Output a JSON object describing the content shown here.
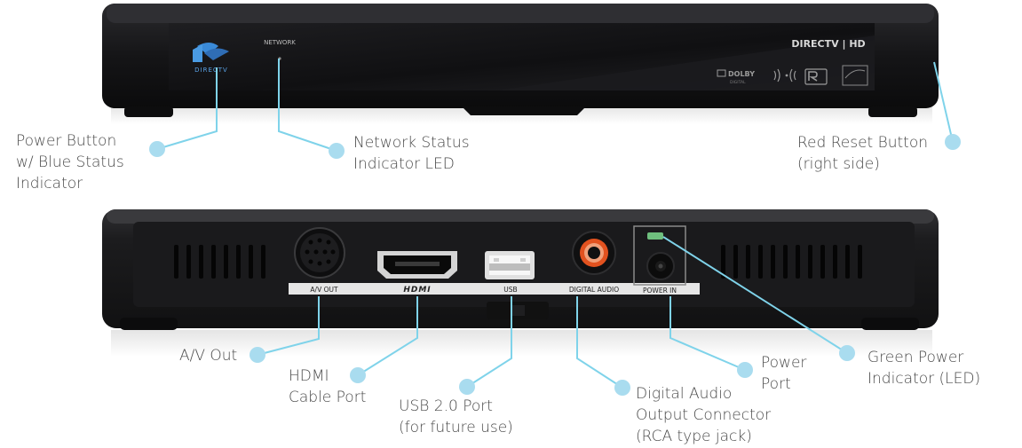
{
  "front_panel": {
    "brand_logo_text": "DIRECTV",
    "network_label": "NETWORK",
    "model_badge": "DIRECTV | HD",
    "badge_dolby": "DOLBY",
    "badge_dolby_sub": "DIGITAL"
  },
  "rear_panel": {
    "port_labels": [
      "A/V OUT",
      "HDMI",
      "USB",
      "DIGITAL AUDIO",
      "POWER IN"
    ]
  },
  "callouts": {
    "power_button": [
      "Power Button",
      "w/ Blue Status",
      "Indicator"
    ],
    "network_led": [
      "Network Status",
      "Indicator LED"
    ],
    "reset_button": [
      "Red Reset Button",
      "(right side)"
    ],
    "av_out": [
      "A/V Out"
    ],
    "hdmi": [
      "HDMI",
      "Cable Port"
    ],
    "usb": [
      "USB 2.0 Port",
      "(for future use)"
    ],
    "digital_audio": [
      "Digital Audio",
      "Output Connector",
      "(RCA type jack)"
    ],
    "power_port": [
      "Power",
      "Port"
    ],
    "green_led": [
      "Green Power",
      "Indicator (LED)"
    ]
  },
  "colors": {
    "leader_line": "#7fd3ea",
    "dot": "#a9dcef",
    "device_body": "#1c1c1e",
    "label_text": "#4a4a4a",
    "brand_blue": "#2f6db5"
  }
}
